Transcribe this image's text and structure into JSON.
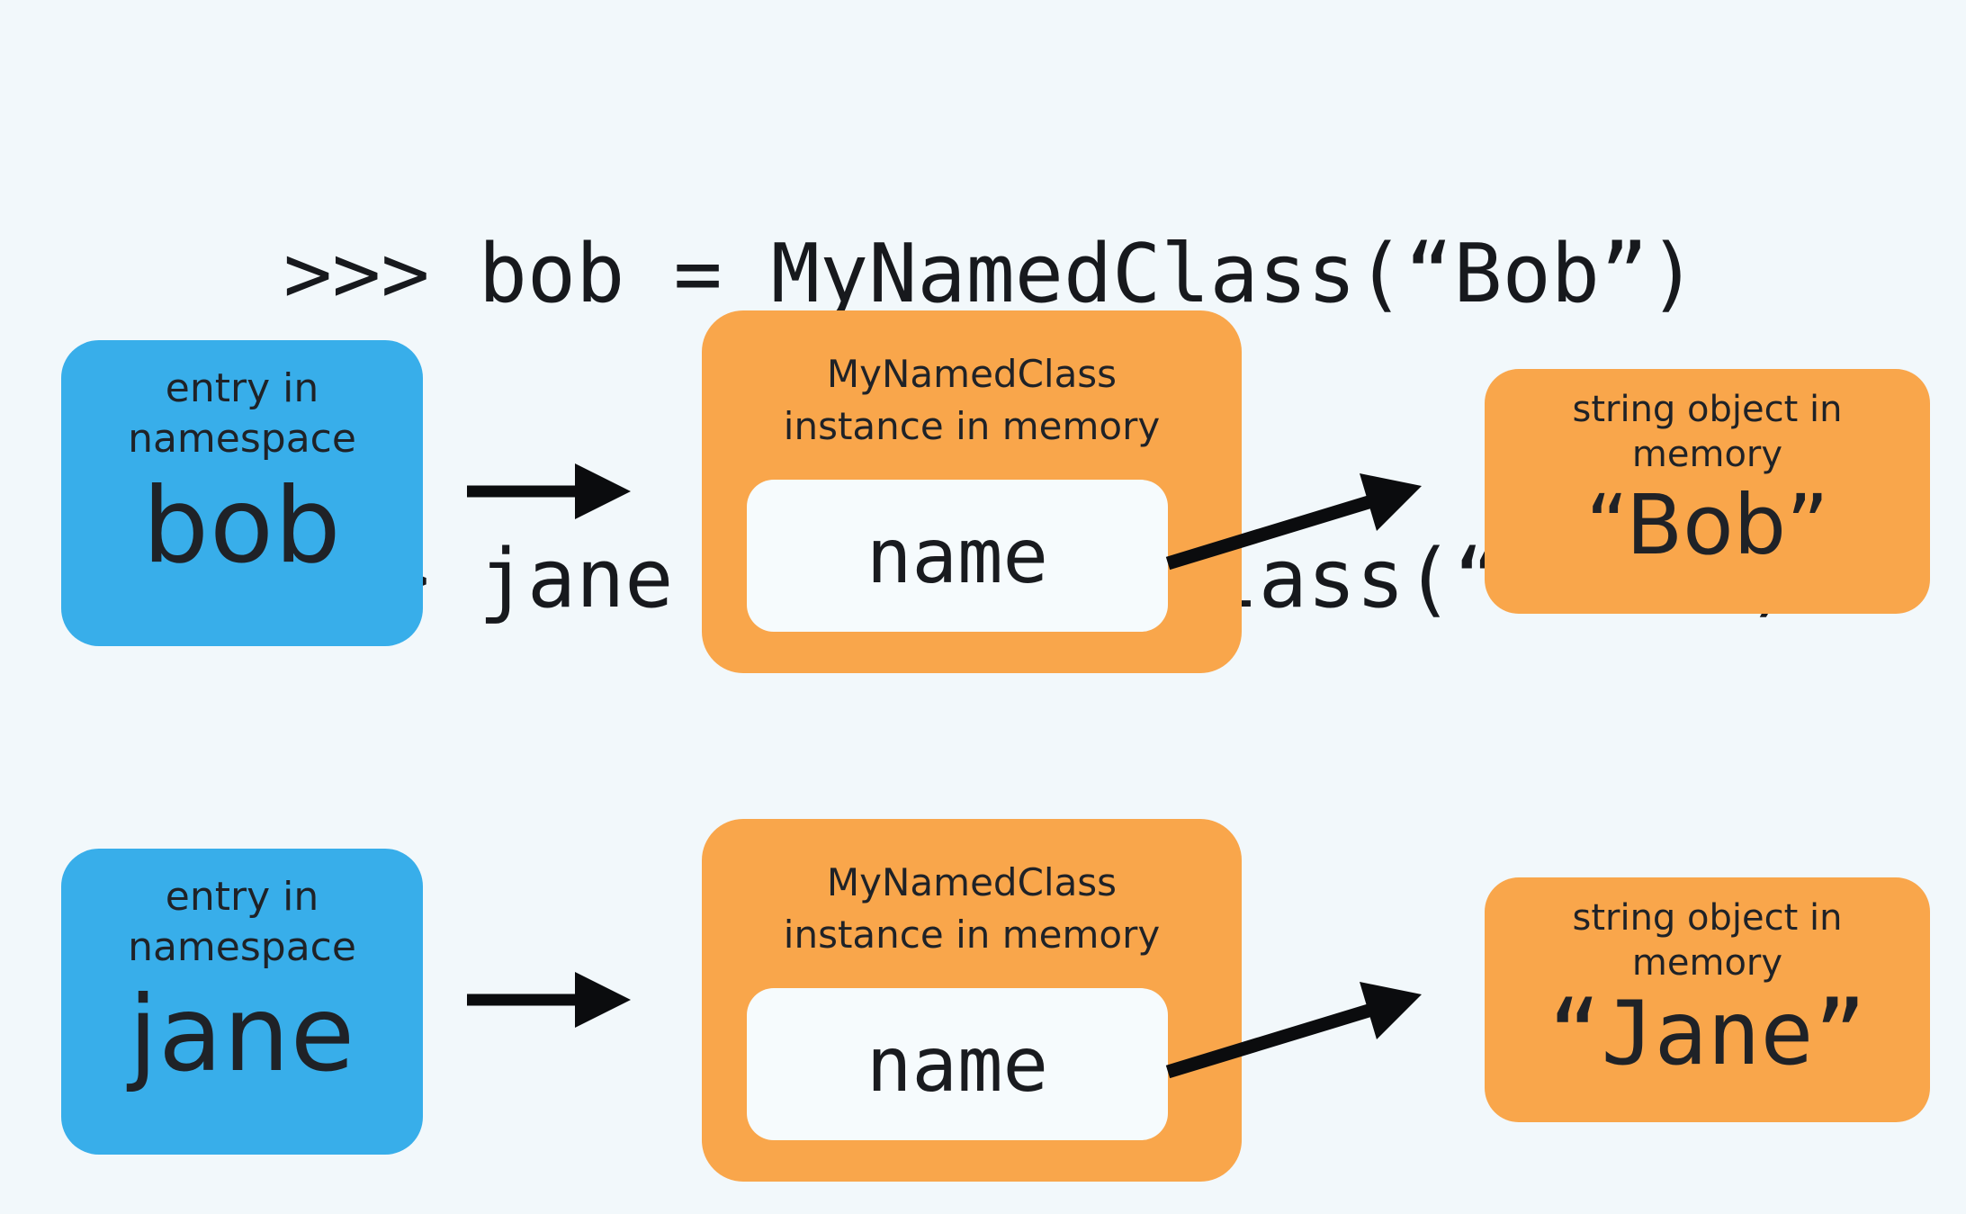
{
  "colors": {
    "background": "#f2f8fb",
    "box_blue": "#38aeea",
    "box_orange": "#f9a64b",
    "inner_box": "#f6fbfd",
    "text_dark": "#1f2227",
    "arrow_black": "#0b0c0e"
  },
  "code": {
    "lines": [
      ">>> bob = MyNamedClass(“Bob”)",
      ">>> jane = MyNamedClass(“Jane”)"
    ]
  },
  "rows": [
    {
      "namespace_box": {
        "line1": "entry in",
        "line2": "namespace",
        "name": "bob"
      },
      "instance_box": {
        "title_line1": "MyNamedClass",
        "title_line2": "instance in memory",
        "attribute": "name"
      },
      "string_box": {
        "line1": "string object in",
        "line2": "memory",
        "value": "“Bob”"
      }
    },
    {
      "namespace_box": {
        "line1": "entry in",
        "line2": "namespace",
        "name": "jane"
      },
      "instance_box": {
        "title_line1": "MyNamedClass",
        "title_line2": "instance in memory",
        "attribute": "name"
      },
      "string_box": {
        "line1": "string object in",
        "line2": "memory",
        "value": "“Jane”"
      }
    }
  ]
}
